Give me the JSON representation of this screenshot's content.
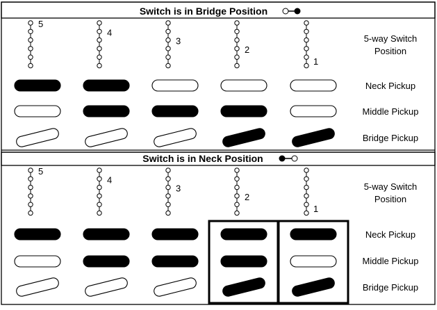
{
  "panels": [
    {
      "title": "Switch is in Bridge Position",
      "toggle": "bridge",
      "position_numbers": [
        "5",
        "4",
        "3",
        "2",
        "1"
      ],
      "row_labels": {
        "switch": [
          "5-way Switch",
          "Position"
        ],
        "neck": "Neck Pickup",
        "middle": "Middle Pickup",
        "bridge": "Bridge Pickup"
      },
      "states": {
        "neck": [
          true,
          true,
          false,
          false,
          false
        ],
        "middle": [
          false,
          true,
          true,
          true,
          false
        ],
        "bridge": [
          false,
          false,
          false,
          true,
          true
        ]
      },
      "highlight_columns": []
    },
    {
      "title": "Switch is in Neck Position",
      "toggle": "neck",
      "position_numbers": [
        "5",
        "4",
        "3",
        "2",
        "1"
      ],
      "row_labels": {
        "switch": [
          "5-way Switch",
          "Position"
        ],
        "neck": "Neck Pickup",
        "middle": "Middle Pickup",
        "bridge": "Bridge Pickup"
      },
      "states": {
        "neck": [
          true,
          true,
          true,
          true,
          true
        ],
        "middle": [
          false,
          true,
          true,
          true,
          false
        ],
        "bridge": [
          false,
          false,
          false,
          true,
          true
        ]
      },
      "highlight_columns": [
        3,
        4
      ]
    }
  ]
}
